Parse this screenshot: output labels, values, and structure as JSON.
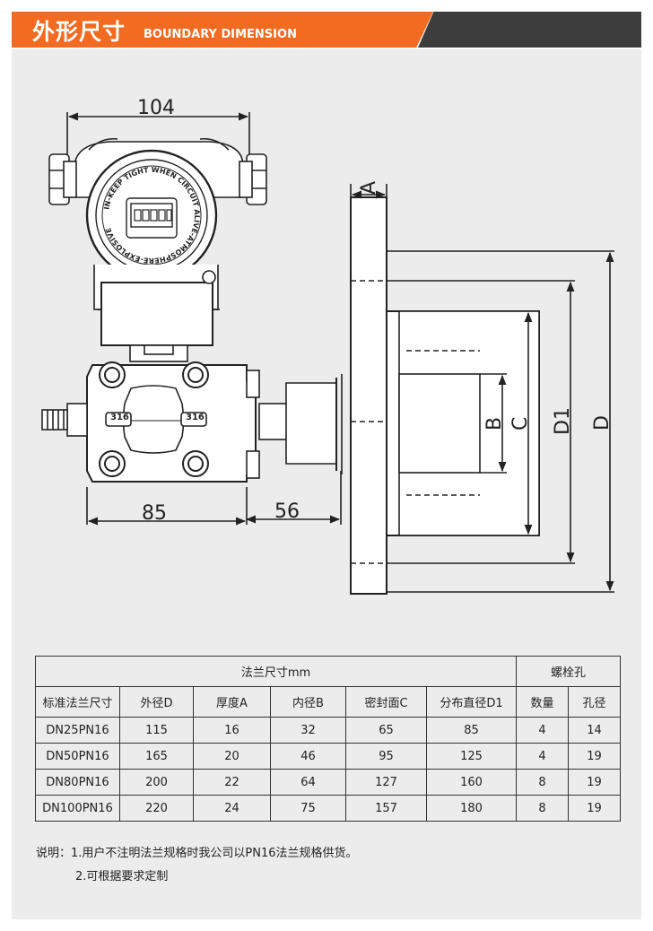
{
  "header": {
    "title_cn": "外形尺寸",
    "title_en": "BOUNDARY DIMENSION"
  },
  "diagram": {
    "dims": {
      "width_top": "104",
      "width_bottom": "85",
      "stem": "56",
      "A": "A",
      "B": "B",
      "C": "C",
      "D1": "D1",
      "D": "D"
    },
    "gauge_text": "IN-KEEP TIGHT WHEN CIRCUIT ALIVE-ATMOSPHERE-EXPLOSIVE",
    "marking_left": "316",
    "marking_right": "316"
  },
  "table": {
    "group_headers": [
      "法兰尺寸mm",
      "螺栓孔"
    ],
    "columns": [
      "标准法兰尺寸",
      "外径D",
      "厚度A",
      "内径B",
      "密封面C",
      "分布直径D1",
      "数量",
      "孔径"
    ],
    "rows": [
      [
        "DN25PN16",
        "115",
        "16",
        "32",
        "65",
        "85",
        "4",
        "14"
      ],
      [
        "DN50PN16",
        "165",
        "20",
        "46",
        "95",
        "125",
        "4",
        "19"
      ],
      [
        "DN80PN16",
        "200",
        "22",
        "64",
        "127",
        "160",
        "8",
        "19"
      ],
      [
        "DN100PN16",
        "220",
        "24",
        "75",
        "157",
        "180",
        "8",
        "19"
      ]
    ]
  },
  "notes": {
    "label": "说明：",
    "line1": "1.用户不注明法兰规格时我公司以PN16法兰规格供货。",
    "line2": "2.可根据要求定制"
  }
}
